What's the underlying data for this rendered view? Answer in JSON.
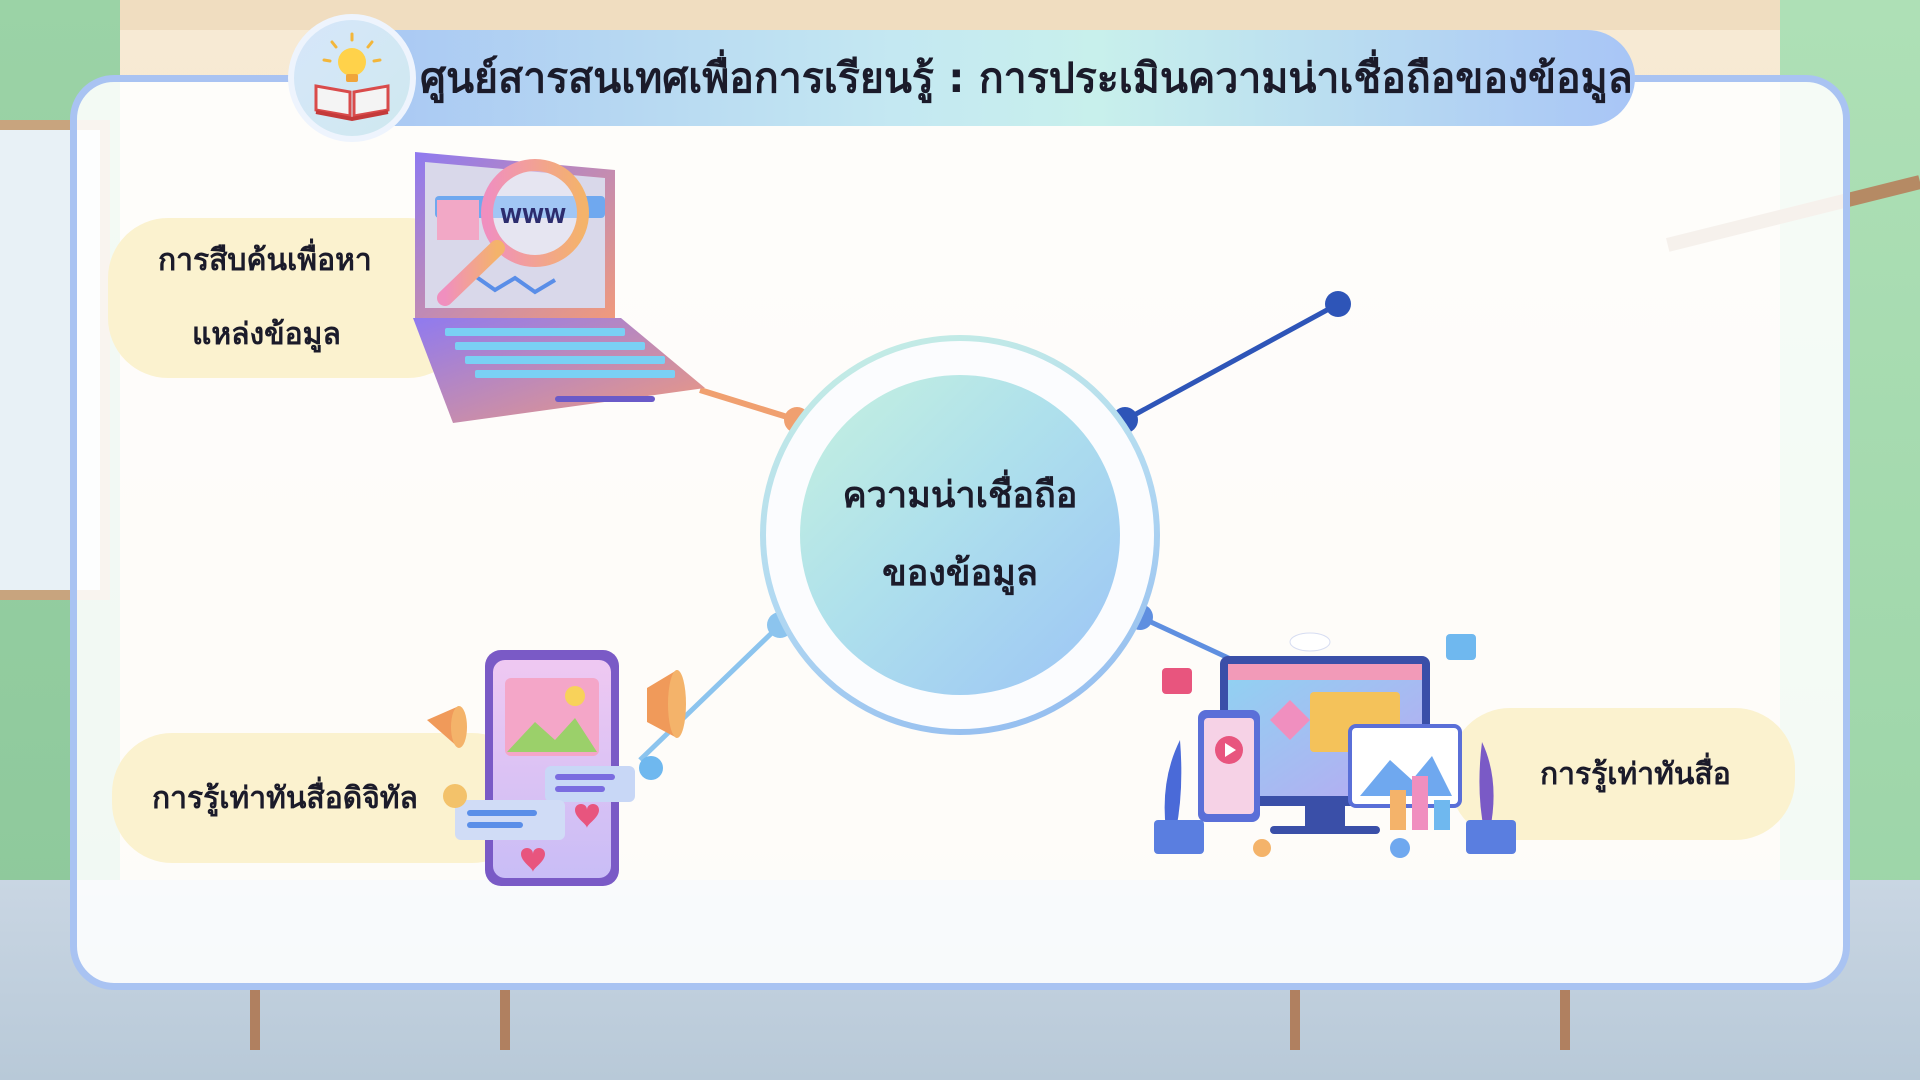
{
  "header": {
    "title": "ศูนย์สารสนเทศเพื่อการเรียนรู้ : การประเมินความน่าเชื่อถือของข้อมูล",
    "logo_icon": "book-lightbulb-icon"
  },
  "hub": {
    "line1": "ความน่าเชื่อถือ",
    "line2": "ของข้อมูล"
  },
  "topics": [
    {
      "line1": "การสืบค้นเพื่อหา",
      "line2": "แหล่งข้อมูล",
      "icon": "laptop-magnifier-icon"
    },
    {
      "label": "การรู้เท่าทันสื่อดิจิทัล",
      "icon": "smartphone-social-media-icon"
    },
    {
      "label": "การรู้เท่าทันสื่อ",
      "icon": "desktop-media-icon"
    }
  ],
  "colors": {
    "panel_border": "#a9c3f2",
    "pill_bg": "#fbf2cf",
    "line_orange": "#f0a070",
    "line_navy": "#2e55b8",
    "line_lightblue": "#8cc4ee",
    "line_blue": "#5f8fe0"
  }
}
